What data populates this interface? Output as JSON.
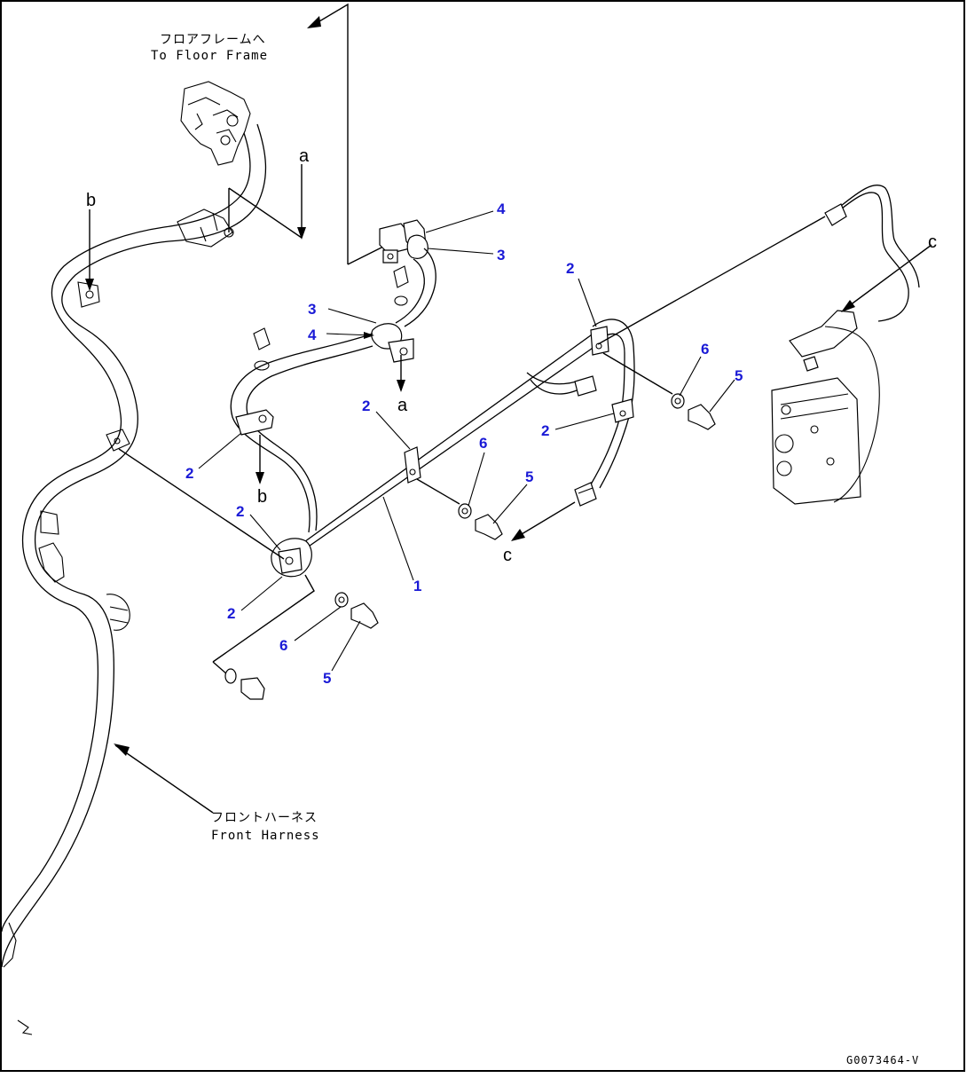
{
  "labels": {
    "floor_frame_jp": "フロアフレームへ",
    "floor_frame_en": "To Floor Frame",
    "front_harness_jp": "フロントハーネス",
    "front_harness_en": "Front Harness",
    "drawing_code": "G0073464-V"
  },
  "reference_letters": {
    "a_top": "a",
    "a_bottom": "a",
    "b_top": "b",
    "b_bottom": "b",
    "c_top": "c",
    "c_bottom": "c"
  },
  "callouts": {
    "c4_top": "4",
    "c3_top": "3",
    "c3_mid": "3",
    "c4_mid": "4",
    "c2_upper_right": "2",
    "c2_center": "2",
    "c2_right": "2",
    "c2_left": "2",
    "c2_lower_left": "2",
    "c2_bottom_left": "2",
    "c6_right": "6",
    "c5_right": "5",
    "c6_center": "6",
    "c5_center": "5",
    "c6_left": "6",
    "c5_left": "5",
    "c1": "1"
  },
  "colors": {
    "callout": "#1a1ad6",
    "line": "#000000"
  }
}
